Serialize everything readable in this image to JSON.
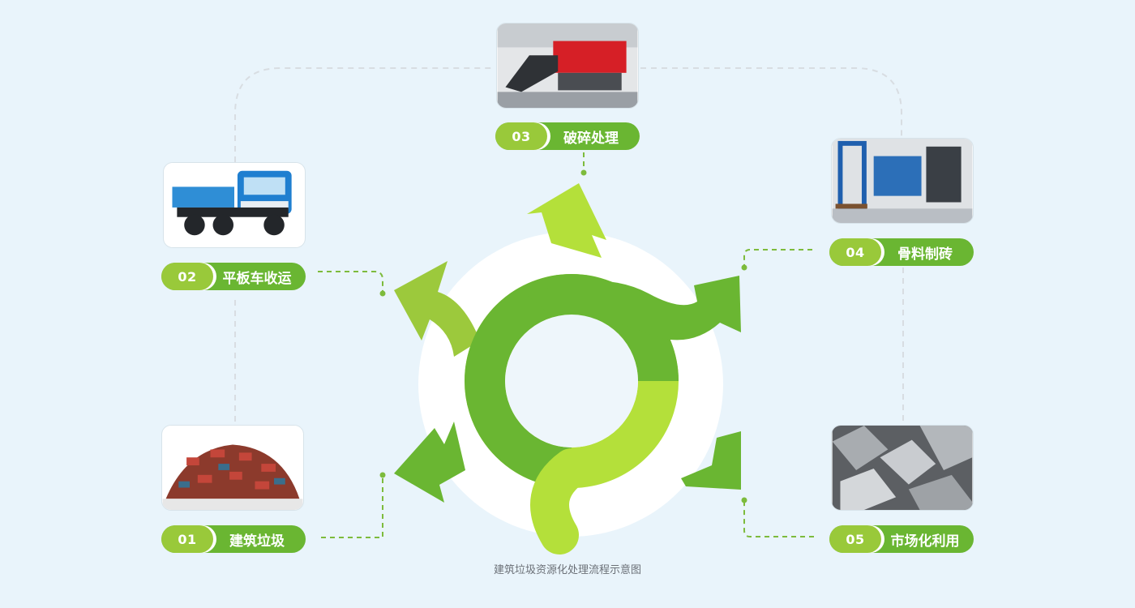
{
  "colors": {
    "background": "#e9f4fb",
    "dark_green": "#6ab632",
    "light_green": "#b4e03a",
    "mid_green": "#99c93a",
    "connector": "#d8dde2"
  },
  "steps": [
    {
      "number": "01",
      "label": "建筑垃圾",
      "photo_icon": "brick-rubble-icon"
    },
    {
      "number": "02",
      "label": "平板车收运",
      "photo_icon": "dump-truck-icon"
    },
    {
      "number": "03",
      "label": "破碎处理",
      "photo_icon": "crusher-machine-icon"
    },
    {
      "number": "04",
      "label": "骨料制砖",
      "photo_icon": "brick-press-machine-icon"
    },
    {
      "number": "05",
      "label": "市场化利用",
      "photo_icon": "concrete-blocks-icon"
    }
  ],
  "caption": "建筑垃圾资源化处理流程示意图"
}
